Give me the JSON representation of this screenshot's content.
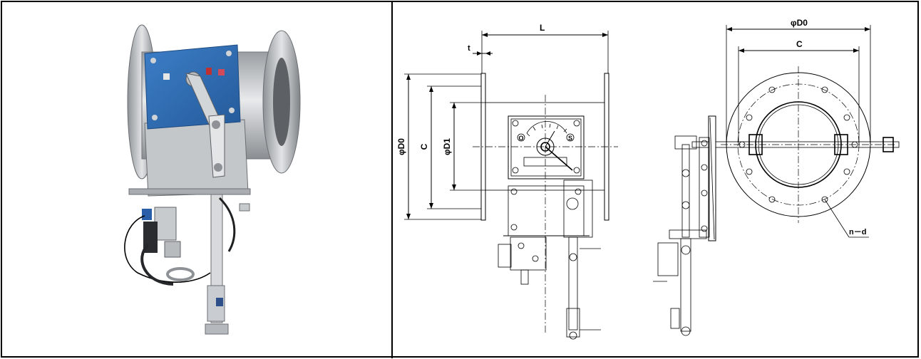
{
  "drawing": {
    "front_view": {
      "dim_L": "L",
      "dim_t": "t",
      "dim_phiD0": "φD0",
      "dim_C": "C",
      "dim_phiD1": "φD1"
    },
    "side_view": {
      "dim_phiD0": "φD0",
      "dim_C": "C",
      "dim_n_d": "n－d"
    },
    "gauge": {
      "label_O": "O",
      "label_S": "S"
    }
  },
  "colors": {
    "plate_blue": "#2f6fb8",
    "steel": "#b8bcc0",
    "line": "#000000"
  }
}
